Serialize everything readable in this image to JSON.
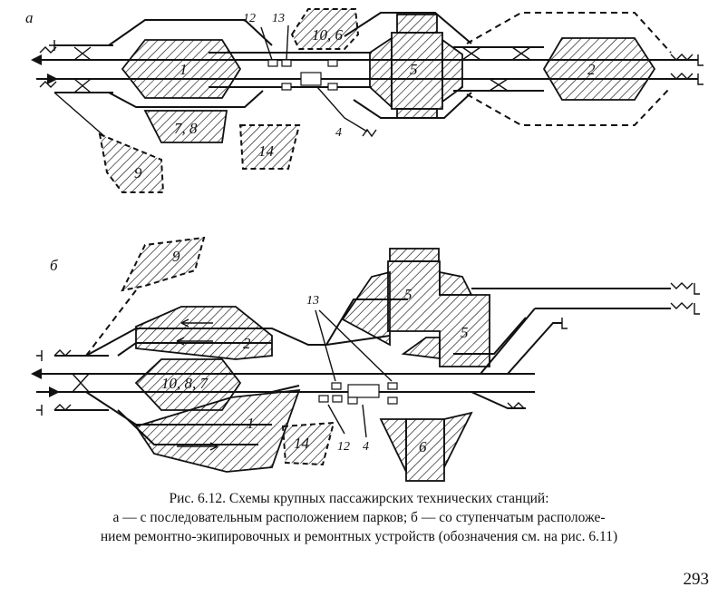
{
  "figure": {
    "panel_a": "а",
    "panel_b": "б",
    "labels_a": {
      "park1": "1",
      "park2": "2",
      "depot5": "5",
      "depot78": "7, 8",
      "area9": "9",
      "area106": "10, 6",
      "area14": "14",
      "ref12": "12",
      "ref13": "13",
      "ref4": "4"
    },
    "labels_b": {
      "area9": "9",
      "park2": "2",
      "park1": "1",
      "park1087": "10, 8, 7",
      "depot5a": "5",
      "depot5b": "5",
      "depot6": "6",
      "area14": "14",
      "ref13": "13",
      "ref12": "12",
      "ref4": "4"
    }
  },
  "caption": {
    "title": "Рис. 6.12. Схемы крупных пассажирских технических станций:",
    "line2": "а — с последовательным расположением парков; б — со ступенчатым расположе-",
    "line3": "нием ремонтно-экипировочных и ремонтных устройств (обозначения см. на рис. 6.11)"
  },
  "page_number": "293"
}
